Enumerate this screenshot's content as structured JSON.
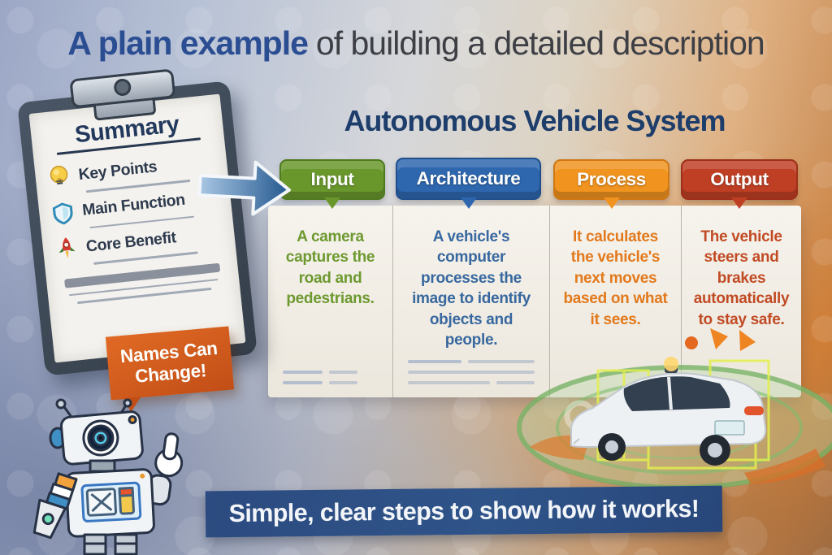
{
  "title": {
    "highlight": "A plain example",
    "rest": "of building a detailed description"
  },
  "clipboard": {
    "title": "Summary",
    "items": [
      {
        "icon": "lightbulb-icon",
        "label": "Key Points"
      },
      {
        "icon": "shield-icon",
        "label": "Main Function"
      },
      {
        "icon": "rocket-icon",
        "label": "Core Benefit"
      }
    ],
    "tag": "Names Can Change!"
  },
  "diagram": {
    "heading": "Autonomous Vehicle System",
    "columns": [
      {
        "label": "Input",
        "tab_color": "#69972c",
        "tab_edge": "#4f7a1e",
        "text_color": "#6d9930",
        "text": "A camera captures the road and pedestrians."
      },
      {
        "label": "Architecture",
        "tab_color": "#2e67ae",
        "tab_edge": "#1f4f8d",
        "text_color": "#38689f",
        "text": "A vehicle's computer processes the image to identify objects and people."
      },
      {
        "label": "Process",
        "tab_color": "#f0931f",
        "tab_edge": "#cf7713",
        "text_color": "#e2791c",
        "text": "It calculates the vehicle's next moves based on what it sees."
      },
      {
        "label": "Output",
        "tab_color": "#bf3f24",
        "tab_edge": "#9e2f18",
        "text_color": "#c14b24",
        "text": "The vehicle steers and brakes automatically to stay safe."
      }
    ]
  },
  "footer": {
    "text": "Simple, clear steps to show how it works!",
    "banner_color": "#2d4f85"
  },
  "colors": {
    "title_highlight": "#2b4d92",
    "title_rest": "#3d3f45",
    "heading_navy": "#1d3d6b",
    "tag_orange": "#d2581c",
    "panel_cream": "#f2eee6"
  }
}
